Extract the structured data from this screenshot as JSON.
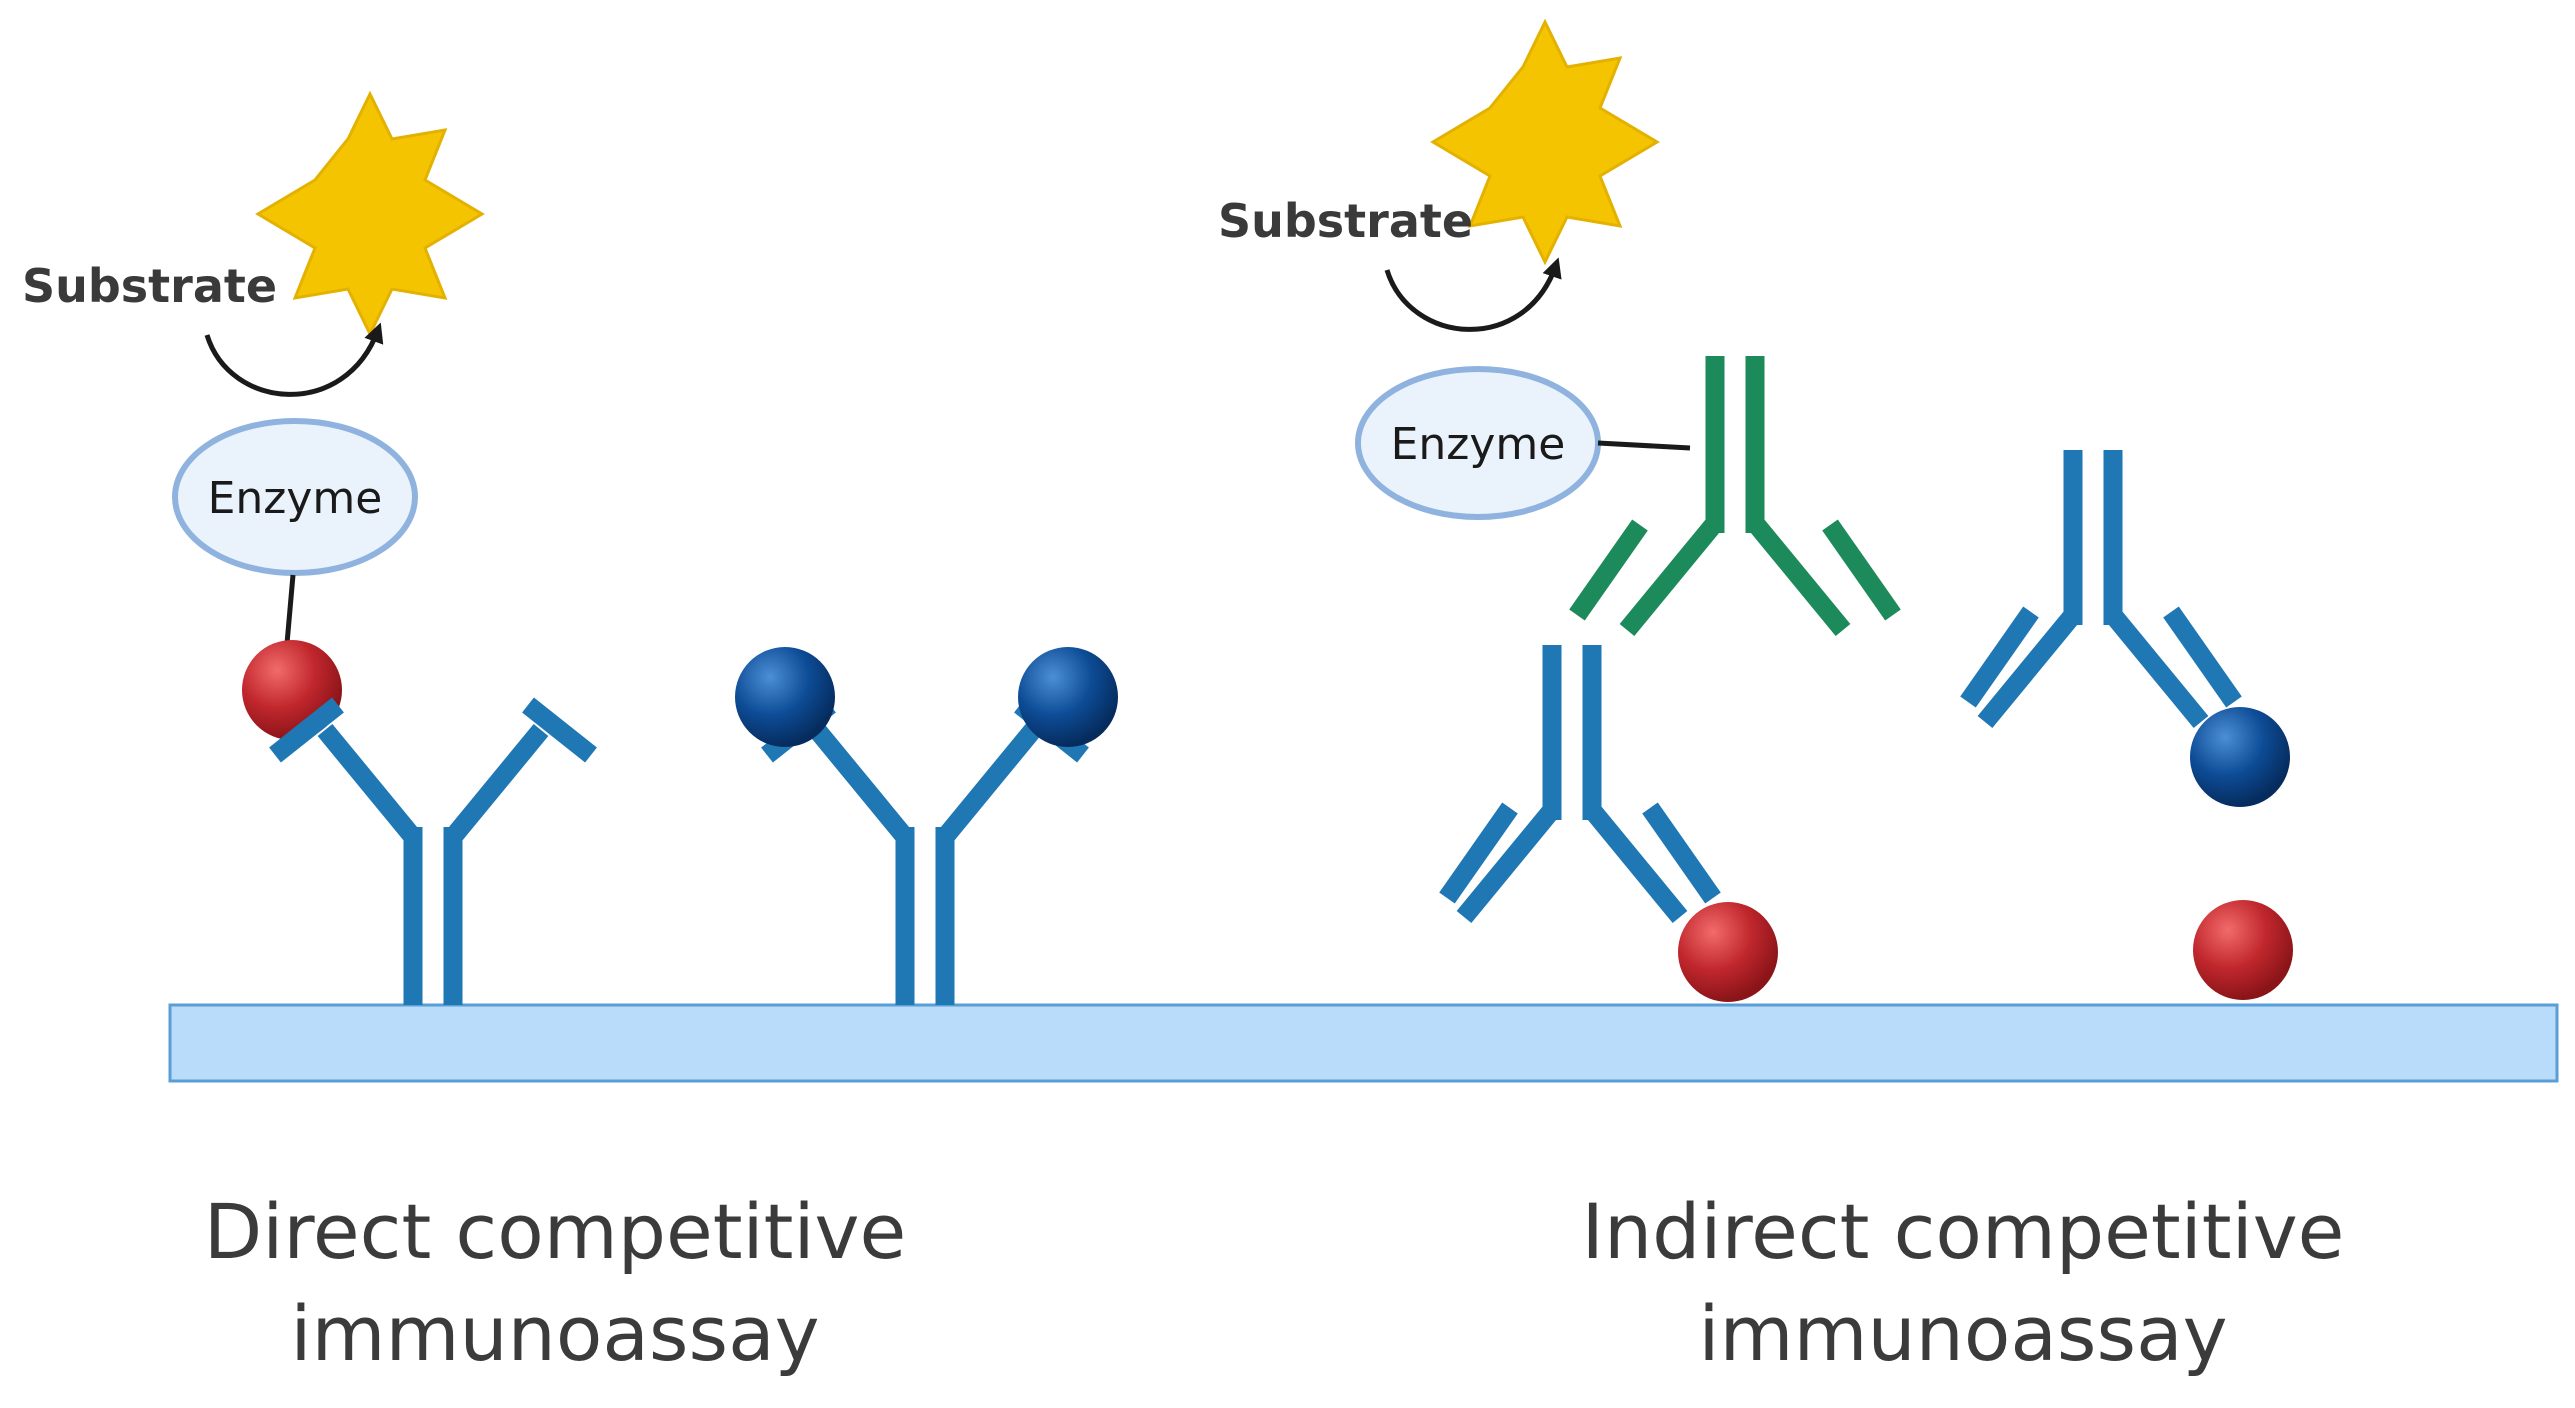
{
  "colors": {
    "plate": "#b8dcfa",
    "plate_border": "#5a9ed6",
    "antibody_primary": "#1f77b4",
    "antibody_secondary": "#1c8a5a",
    "antigen_red": "#c0272d",
    "antigen_blue": "#0d4c96",
    "star": "#f5c400",
    "enzyme_fill": "#eaf3fc",
    "enzyme_border": "#8fb3de",
    "arrow": "#1a1a1a"
  },
  "direct": {
    "substrate_label": "Substrate",
    "enzyme_label": "Enzyme",
    "caption_line1": "Direct competitive",
    "caption_line2": "immunoassay"
  },
  "indirect": {
    "substrate_label": "Substrate",
    "enzyme_label": "Enzyme",
    "caption_line1": "Indirect competitive",
    "caption_line2": "immunoassay"
  },
  "icons": {
    "star": "star-icon",
    "antibody": "antibody-icon",
    "antigen": "antigen-sphere-icon",
    "arrow": "curved-arrow-icon"
  }
}
